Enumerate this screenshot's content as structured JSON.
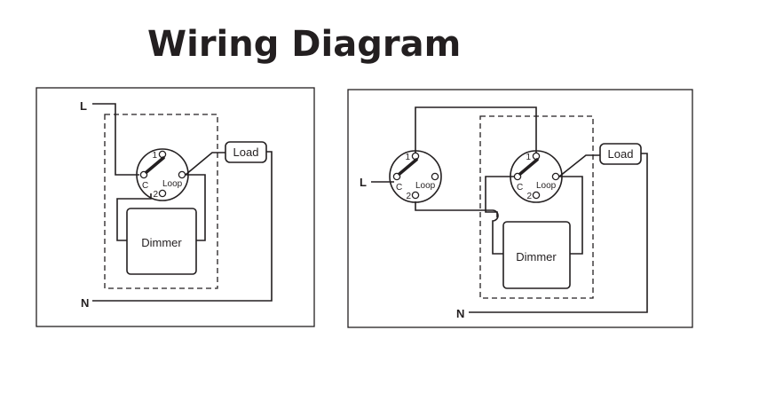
{
  "title": "Wiring Diagram",
  "colors": {
    "ink": "#231f20",
    "background": "#ffffff"
  },
  "left_diagram": {
    "line_label": "L",
    "neutral_label": "N",
    "load_label": "Load",
    "dimmer_label": "Dimmer",
    "switch": {
      "terminal_1": "1",
      "terminal_2": "2",
      "common": "C",
      "loop": "Loop"
    }
  },
  "right_diagram": {
    "line_label": "L",
    "neutral_label": "N",
    "load_label": "Load",
    "dimmer_label": "Dimmer",
    "switch_a": {
      "terminal_1": "1",
      "terminal_2": "2",
      "common": "C",
      "loop": "Loop"
    },
    "switch_b": {
      "terminal_1": "1",
      "terminal_2": "2",
      "common": "C",
      "loop": "Loop"
    }
  }
}
